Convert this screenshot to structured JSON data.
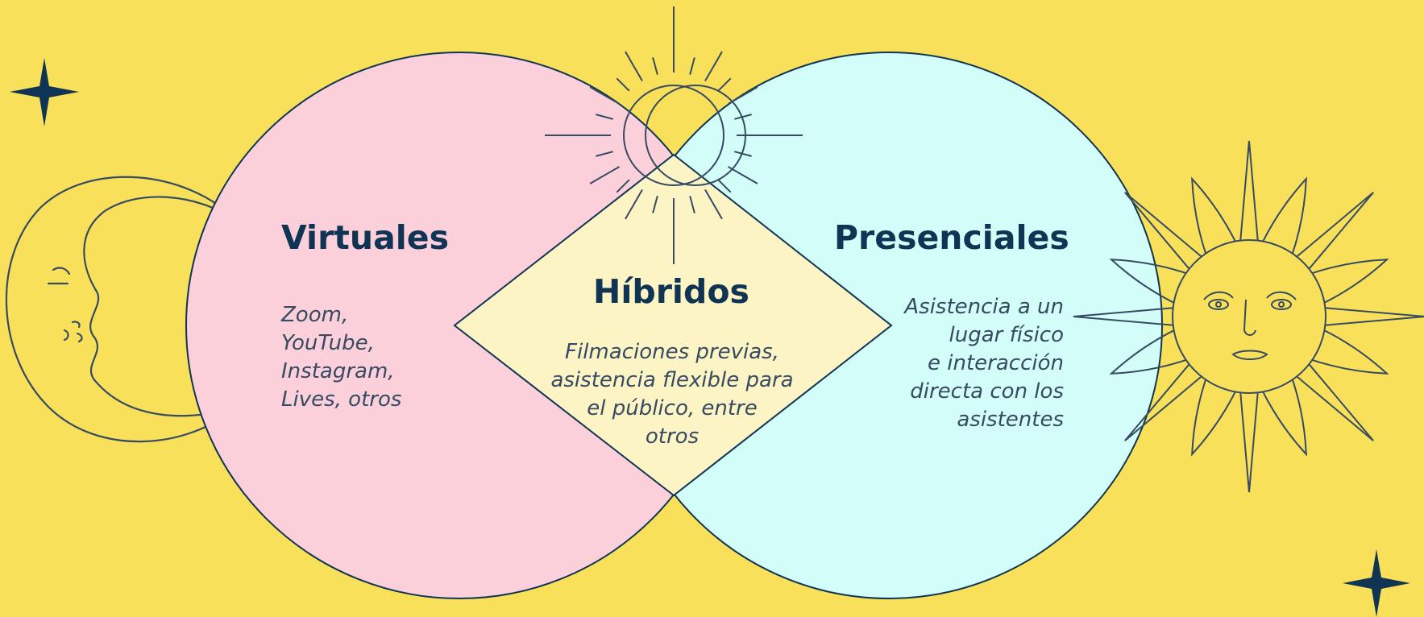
{
  "colors": {
    "background": "#f9e05b",
    "virtual_circle": "#fbd0da",
    "presencial_circle": "#d2fdf8",
    "hybrid_diamond": "#fdf4c6",
    "ink": "#0f3454",
    "line": "#364b61"
  },
  "decorations": [
    "four-point-star-icon",
    "crescent-moon-face-icon",
    "eclipse-sun-icon",
    "sun-face-icon",
    "four-point-star-icon"
  ],
  "diagram": {
    "virtual": {
      "title": "Virtuales",
      "lines": [
        "Zoom,",
        "YouTube,",
        "Instagram,",
        "Lives, otros"
      ]
    },
    "hybrid": {
      "title": "Híbridos",
      "lines": [
        "Filmaciones previas,",
        "asistencia flexible para",
        "el público, entre",
        "otros"
      ]
    },
    "presencial": {
      "title": "Presenciales",
      "lines": [
        "Asistencia a un",
        "lugar físico",
        "e interacción",
        "directa con los",
        "asistentes"
      ]
    }
  }
}
